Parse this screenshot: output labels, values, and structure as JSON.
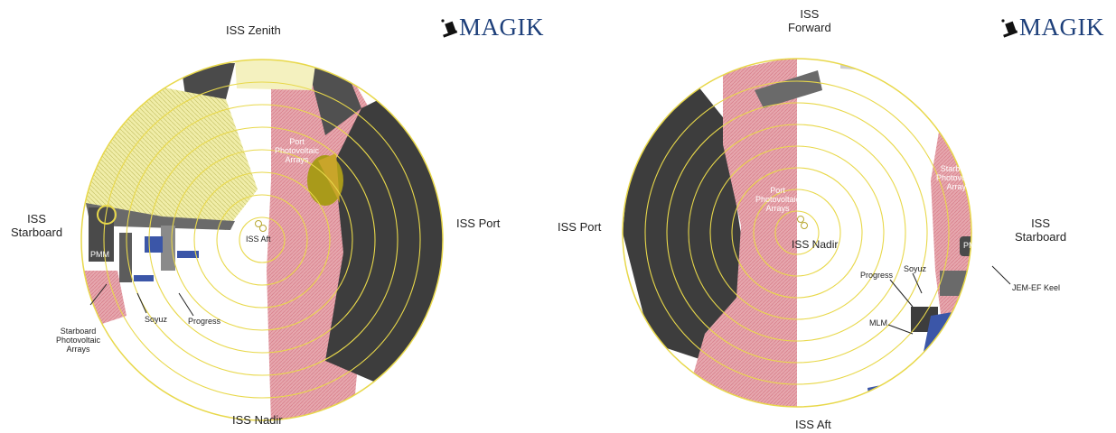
{
  "logo_text": "MAGIK",
  "left_view": {
    "top_label": "ISS Zenith",
    "bottom_label": "ISS Nadir",
    "left_label": "ISS\nStarboard",
    "right_label": "ISS Port",
    "center_label": "ISS Aft",
    "annotations": {
      "pmm": "PMM",
      "port_arrays": "Port\nPhotovoltaic\nArrays",
      "starboard_arrays": "Starboard\nPhotovoltaic\nArrays",
      "soyuz": "Soyuz",
      "progress": "Progress"
    }
  },
  "right_view": {
    "top_label": "ISS\nForward",
    "bottom_label": "ISS Aft",
    "left_label": "ISS Port",
    "right_label": "ISS\nStarboard",
    "center_label": "ISS Nadir",
    "annotations": {
      "port_arrays": "Port\nPhotovoltaic\nArrays",
      "starboard_arrays": "Starboard\nPhotovoltaic\nArrays",
      "pmm": "PMM",
      "jem": "JEM-EF Keel",
      "progress": "Progress",
      "soyuz": "Soyuz",
      "mlm": "MLM"
    }
  },
  "colors": {
    "ring": "#e8d84a",
    "blocked_pink": "#e8a0a8",
    "dark_structure": "#3a3a3a",
    "solar_yellow": "#ece9a0",
    "logo_blue": "#1d3f7a"
  }
}
